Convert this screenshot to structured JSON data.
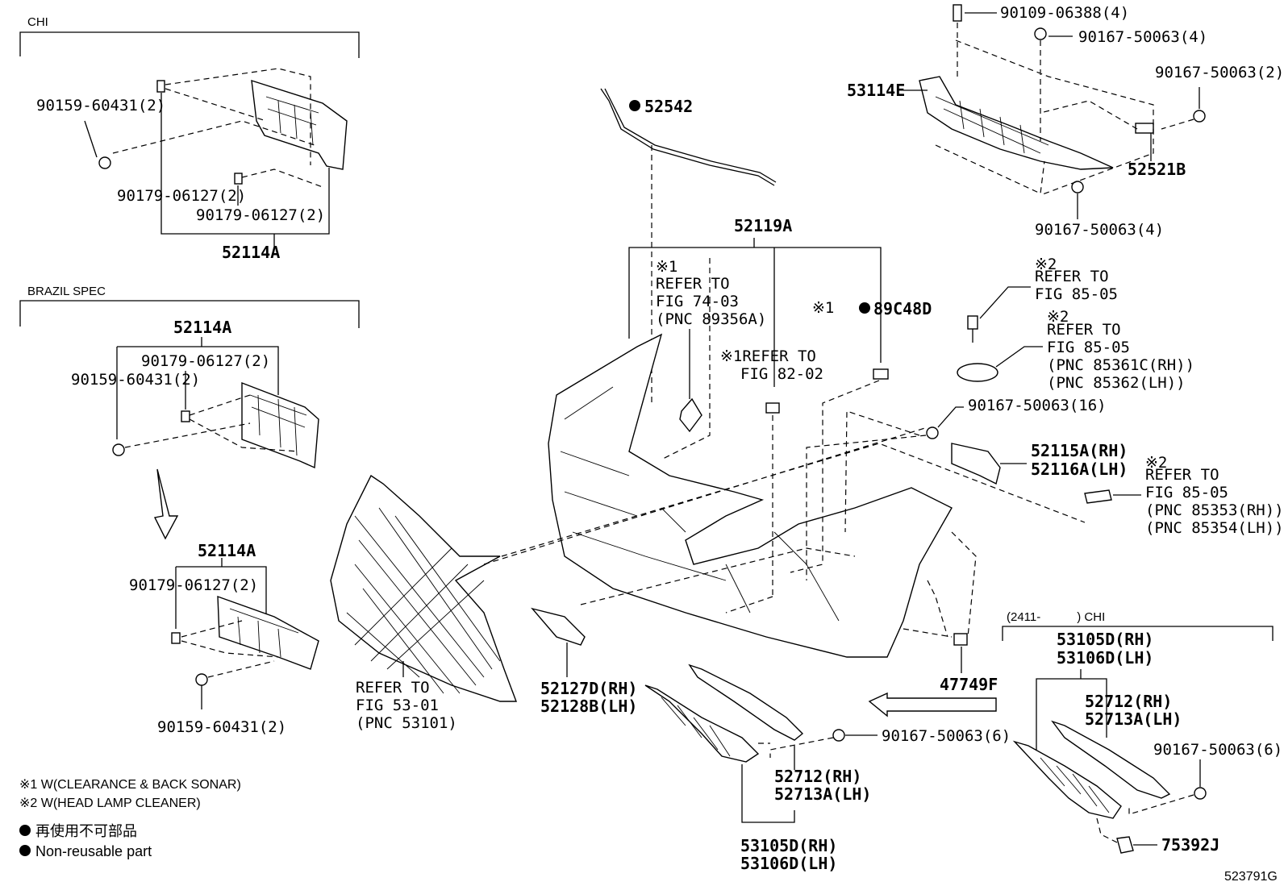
{
  "sections": {
    "chi_top": "CHI",
    "brazil": "BRAZIL SPEC",
    "chi_bottom": "(2411-　　　) CHI"
  },
  "labels": {
    "p90109_06388": "90109-06388(4)",
    "p90167_50063_4a": "90167-50063(4)",
    "p90167_50063_2": "90167-50063(2)",
    "p53114E": "53114E",
    "p52521B": "52521B",
    "p90167_50063_4b": "90167-50063(4)",
    "p52542": "52542",
    "p52119A": "52119A",
    "chi_90159_60431": "90159-60431(2)",
    "chi_90179_a": "90179-06127(2)",
    "chi_90179_b": "90179-06127(2)",
    "chi_52114A": "52114A",
    "br_52114A": "52114A",
    "br_90179": "90179-06127(2)",
    "br_90159": "90159-60431(2)",
    "br2_52114A": "52114A",
    "br2_90179": "90179-06127(2)",
    "br2_90159": "90159-60431(2)",
    "r1_mark": "※1",
    "r1_l1": "REFER TO",
    "r1_l2": "FIG 74-03",
    "r1_l3": "(PNC 89356A)",
    "r2_l1": "※1REFER TO",
    "r2_l2": "FIG 82-02",
    "p89C48D_mark": "※1",
    "p89C48D": "89C48D",
    "r3_mark": "※2",
    "r3_l1": "REFER TO",
    "r3_l2": "FIG 85-05",
    "r4_mark": "※2",
    "r4_l1": "REFER TO",
    "r4_l2": "FIG 85-05",
    "r4_l3": "(PNC 85361C(RH))",
    "r4_l4": "(PNC 85362(LH))",
    "p90167_50063_16": "90167-50063(16)",
    "p52115A": "52115A(RH)",
    "p52116A": "52116A(LH)",
    "r5_mark": "※2",
    "r5_l1": "REFER TO",
    "r5_l2": "FIG 85-05",
    "r5_l3": "(PNC 85353(RH))",
    "r5_l4": "(PNC 85354(LH))",
    "grille_l1": "REFER TO",
    "grille_l2": "FIG 53-01",
    "grille_l3": "(PNC 53101)",
    "p52127D": "52127D(RH)",
    "p52128B": "52128B(LH)",
    "p47749F": "47749F",
    "p90167_50063_6a": "90167-50063(6)",
    "p52712_a": "52712(RH)",
    "p52713A_a": "52713A(LH)",
    "p53105D_a": "53105D(RH)",
    "p53106D_a": "53106D(LH)",
    "p53105D_b": "53105D(RH)",
    "p53106D_b": "53106D(LH)",
    "p52712_b": "52712(RH)",
    "p52713A_b": "52713A(LH)",
    "p90167_50063_6b": "90167-50063(6)",
    "p75392J": "75392J",
    "diagram_id": "523791G"
  },
  "notes": {
    "n1": "※1 W(CLEARANCE & BACK SONAR)",
    "n2": "※2 W(HEAD LAMP CLEANER)",
    "leg_jp": "再使用不可部品",
    "leg_en": "Non-reusable part"
  }
}
